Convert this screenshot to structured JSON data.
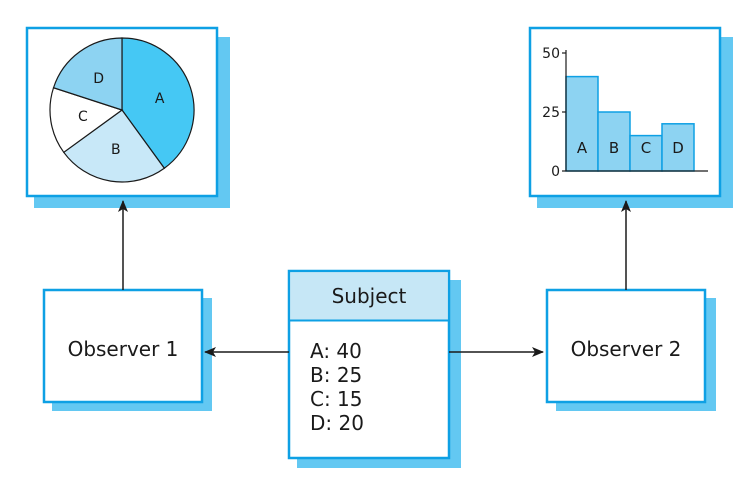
{
  "observer1": {
    "label": "Observer 1"
  },
  "observer2": {
    "label": "Observer 2"
  },
  "subject": {
    "title": "Subject",
    "lines": [
      "A: 40",
      "B: 25",
      "C: 15",
      "D: 20"
    ]
  },
  "pie": {
    "slices": [
      {
        "label": "A",
        "value": 40,
        "color": "#45c8f4"
      },
      {
        "label": "B",
        "value": 25,
        "color": "#c8e8f8"
      },
      {
        "label": "C",
        "value": 15,
        "color": "#ffffff"
      },
      {
        "label": "D",
        "value": 20,
        "color": "#8dd3f2"
      }
    ]
  },
  "chart_data": {
    "type": "bar",
    "categories": [
      "A",
      "B",
      "C",
      "D"
    ],
    "values": [
      40,
      25,
      15,
      20
    ],
    "yticks": [
      "0",
      "25",
      "50"
    ],
    "ylim": [
      0,
      50
    ]
  },
  "colors": {
    "stroke": "#0ea0e4",
    "shadow": "#63c8f2",
    "subject_header": "#c6e7f6",
    "bar_fill": "#8dd3f2",
    "text": "#1a1a1a"
  }
}
